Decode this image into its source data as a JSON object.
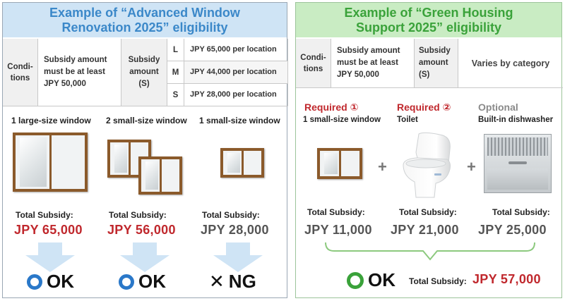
{
  "left": {
    "title": "Example of “Advanced Window\nRenovation 2025” eligibility",
    "conditions_label": "Condi-\ntions",
    "min_text": "Subsidy amount\nmust be at least\nJPY 50,000",
    "subsidy_label": "Subsidy\namount\n(S)",
    "sizes": [
      {
        "size": "L",
        "amount": "JPY 65,000 per location"
      },
      {
        "size": "M",
        "amount": "JPY 44,000 per location"
      },
      {
        "size": "S",
        "amount": "JPY 28,000 per location"
      }
    ],
    "examples": [
      {
        "label": "1 large-size window",
        "total_label": "Total Subsidy:",
        "amount": "JPY 65,000",
        "result": "OK"
      },
      {
        "label": "2 small-size window",
        "total_label": "Total Subsidy:",
        "amount": "JPY 56,000",
        "result": "OK"
      },
      {
        "label": "1 small-size window",
        "total_label": "Total Subsidy:",
        "amount": "JPY 28,000",
        "result": "NG"
      }
    ]
  },
  "right": {
    "title": "Example of “Green Housing\nSupport 2025” eligibility",
    "conditions_label": "Condi-\ntions",
    "min_text": "Subsidy amount\nmust be at least\nJPY 50,000",
    "subsidy_label": "Subsidy\namount\n(S)",
    "varies_text": "Varies by category",
    "items": [
      {
        "tag": "Required ①",
        "label": "1 small-size window",
        "total_label": "Total Subsidy:",
        "amount": "JPY 11,000"
      },
      {
        "tag": "Required ②",
        "label": "Toilet",
        "total_label": "Total Subsidy:",
        "amount": "JPY 21,000"
      },
      {
        "tag": "Optional",
        "label": "Built-in dishwasher",
        "total_label": "Total Subsidy:",
        "amount": "JPY 25,000"
      }
    ],
    "plus": "+",
    "result": "OK",
    "total_label": "Total Subsidy:",
    "total_amount": "JPY 57,000"
  },
  "colors": {
    "left_accent": "#3b88c9",
    "right_accent": "#3aa23a",
    "red": "#c0282d"
  }
}
